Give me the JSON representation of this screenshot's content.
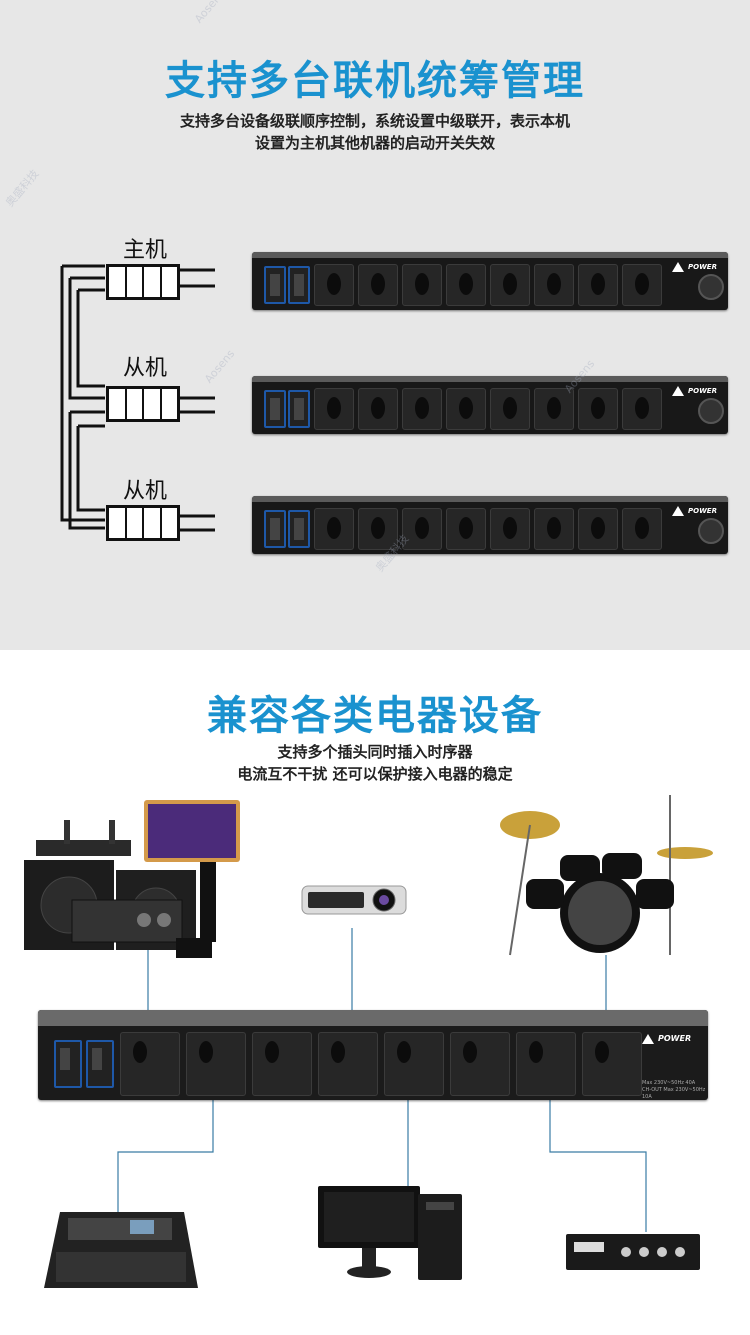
{
  "section1": {
    "title": "支持多台联机统筹管理",
    "subtitle_lines": [
      "支持多台设备级联顺序控制，系统设置中级联开，表示本机",
      "设置为主机其他机器的启动开关失效"
    ],
    "units": [
      {
        "role": "主机"
      },
      {
        "role": "从机"
      },
      {
        "role": "从机"
      }
    ]
  },
  "section2": {
    "title": "兼容各类电器设备",
    "subtitle_lines": [
      "支持多个插头同时插入时序器",
      "电流互不干扰 还可以保护接入电器的稳定"
    ]
  },
  "device_panel": {
    "power_label": "POWER",
    "spec_lines": [
      "Max 230V~50Hz 40A",
      "CH-OUT Max 230V~50Hz 10A"
    ]
  },
  "watermarks": [
    "Aosens",
    "奥盛科技",
    "Aosens",
    "Aosens",
    "奥盛科技"
  ],
  "colors": {
    "title": "#1a92cf",
    "line": "#3a7ca5",
    "background_top": "#e7e7e7"
  }
}
